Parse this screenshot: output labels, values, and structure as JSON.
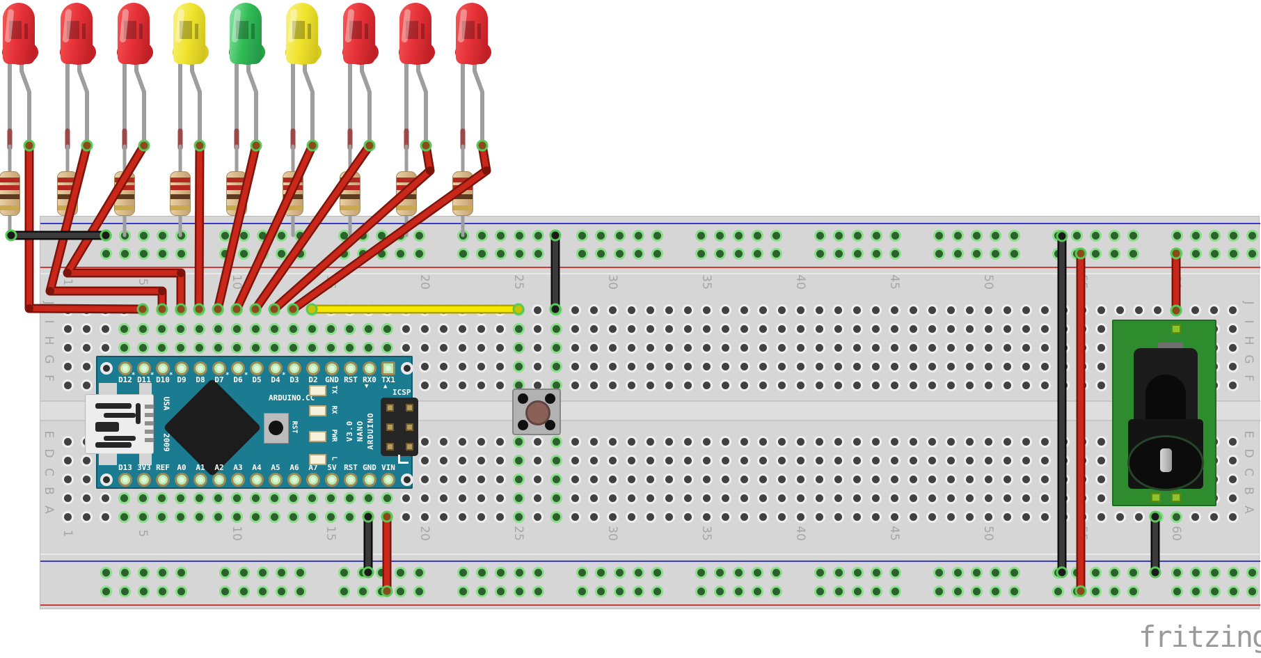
{
  "app": {
    "watermark": "fritzing"
  },
  "palette": {
    "breadboard": "#d6d6d6",
    "rail_blue": "#3a3acc",
    "rail_red": "#cc3a3a",
    "wire_red": "#c8271a",
    "wire_black": "#3a3a3a",
    "wire_yellow": "#f7e600",
    "arduino_teal": "#1b7b90",
    "jack_green": "#2e8b2e",
    "led_red": "#e63238",
    "led_yellow": "#f0e42e",
    "led_green": "#31bb55"
  },
  "breadboard": {
    "row_letters": [
      "J",
      "I",
      "H",
      "G",
      "F",
      "E",
      "D",
      "C",
      "B",
      "A"
    ],
    "column_labels": [
      "1",
      "5",
      "10",
      "15",
      "20",
      "25",
      "30",
      "35",
      "40",
      "45",
      "50",
      "55",
      "60"
    ]
  },
  "leds": [
    {
      "color": "red"
    },
    {
      "color": "red"
    },
    {
      "color": "red"
    },
    {
      "color": "yellow"
    },
    {
      "color": "green"
    },
    {
      "color": "yellow"
    },
    {
      "color": "red"
    },
    {
      "color": "red"
    },
    {
      "color": "red"
    }
  ],
  "resistors": {
    "count": 9,
    "band_colors": [
      "red",
      "red",
      "brown",
      "gold"
    ]
  },
  "arduino": {
    "top_pins": [
      {
        "label": "D12"
      },
      {
        "label": "D11",
        "pwm": true
      },
      {
        "label": "D10",
        "pwm": true
      },
      {
        "label": "D9",
        "pwm": true
      },
      {
        "label": "D8"
      },
      {
        "label": "D7"
      },
      {
        "label": "D6",
        "pwm": true
      },
      {
        "label": "D5",
        "pwm": true
      },
      {
        "label": "D4"
      },
      {
        "label": "D3",
        "pwm": true
      },
      {
        "label": "D2"
      },
      {
        "label": "GND"
      },
      {
        "label": "RST"
      },
      {
        "label": "RX0"
      },
      {
        "label": "TX1"
      }
    ],
    "bottom_pins": [
      {
        "label": "D13"
      },
      {
        "label": "3V3"
      },
      {
        "label": "REF"
      },
      {
        "label": "A0"
      },
      {
        "label": "A1"
      },
      {
        "label": "A2"
      },
      {
        "label": "A3"
      },
      {
        "label": "A4"
      },
      {
        "label": "A5"
      },
      {
        "label": "A6"
      },
      {
        "label": "A7"
      },
      {
        "label": "5V"
      },
      {
        "label": "RST"
      },
      {
        "label": "GND"
      },
      {
        "label": "VIN"
      }
    ],
    "texts": {
      "site": "ARDUINO.CC",
      "model_lines": [
        "V3.0",
        "NANO",
        "ARDUINO"
      ],
      "origin": "USA",
      "year": "2009",
      "reset": "RST",
      "icsp": "ICSP",
      "rx_marker": "▼",
      "tx_marker": "▲"
    },
    "indicator_leds": [
      "TX",
      "RX",
      "PWR",
      "L"
    ]
  },
  "button": {
    "type": "pushbutton"
  },
  "power_jack": {
    "type": "dc-barrel-jack"
  },
  "wires": [
    {
      "name": "led-anode-wires",
      "color": "red",
      "count": 9
    },
    {
      "name": "d2-to-button",
      "color": "yellow",
      "count": 1
    },
    {
      "name": "button-to-ground-rail",
      "color": "black",
      "count": 1
    },
    {
      "name": "resistor-to-ground-rail",
      "color": "black",
      "count": 1
    },
    {
      "name": "gnd-to-bottom-blue-rail",
      "color": "black",
      "count": 1
    },
    {
      "name": "vin-to-bottom-red-rail",
      "color": "red",
      "count": 1
    },
    {
      "name": "rail-to-rail-ground",
      "color": "black",
      "count": 1
    },
    {
      "name": "rail-to-rail-power",
      "color": "red",
      "count": 1
    },
    {
      "name": "jack-power",
      "color": "red",
      "count": 1
    },
    {
      "name": "jack-ground",
      "color": "black",
      "count": 1
    }
  ]
}
